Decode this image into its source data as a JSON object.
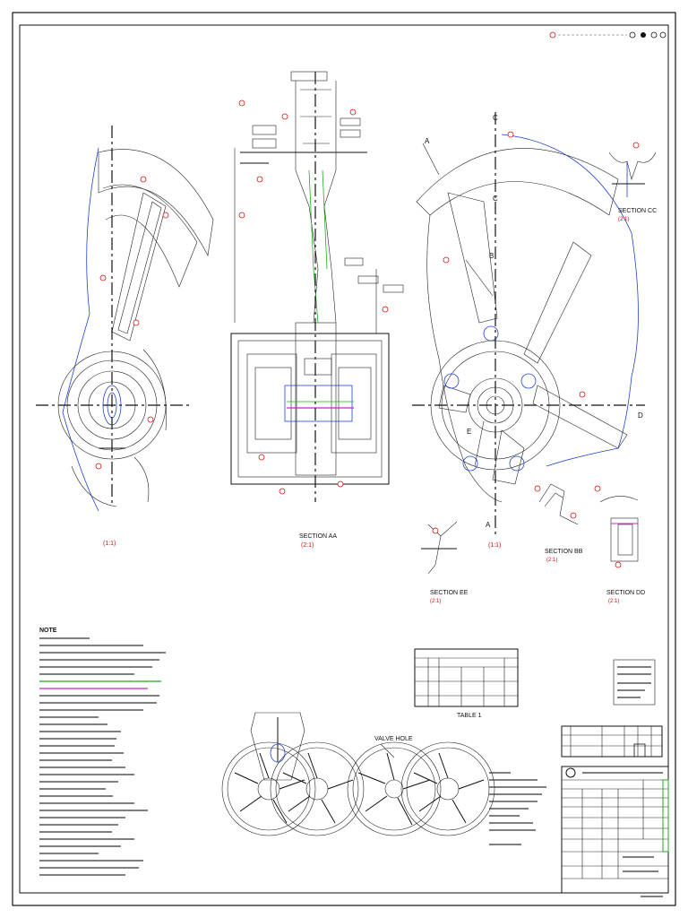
{
  "views": {
    "left_label": "(1:1)",
    "section_aa_title": "SECTION AA",
    "section_aa_scale": "(2:1)",
    "right_label": "(1:1)",
    "section_bb_title": "SECTION BB",
    "section_bb_scale": "(2:1)",
    "section_cc_title": "SECTION CC",
    "section_cc_scale": "(2:1)",
    "section_dd_title": "SECTION DD",
    "section_dd_scale": "(2:1)",
    "section_ee_title": "SECTION EE",
    "section_ee_scale": "(2:1)",
    "marker_a": "A",
    "marker_b": "B",
    "marker_c": "C",
    "marker_d": "D",
    "marker_e": "E"
  },
  "notes": {
    "heading": "NOTE"
  },
  "bottom_views": {
    "valve_hole": "VALVE HOLE",
    "table_title": "TABLE 1"
  },
  "colors": {
    "balloon": "#d01010",
    "hidden_line": "#2244cc",
    "green_line": "#22aa22",
    "magenta_line": "#cc22cc"
  }
}
